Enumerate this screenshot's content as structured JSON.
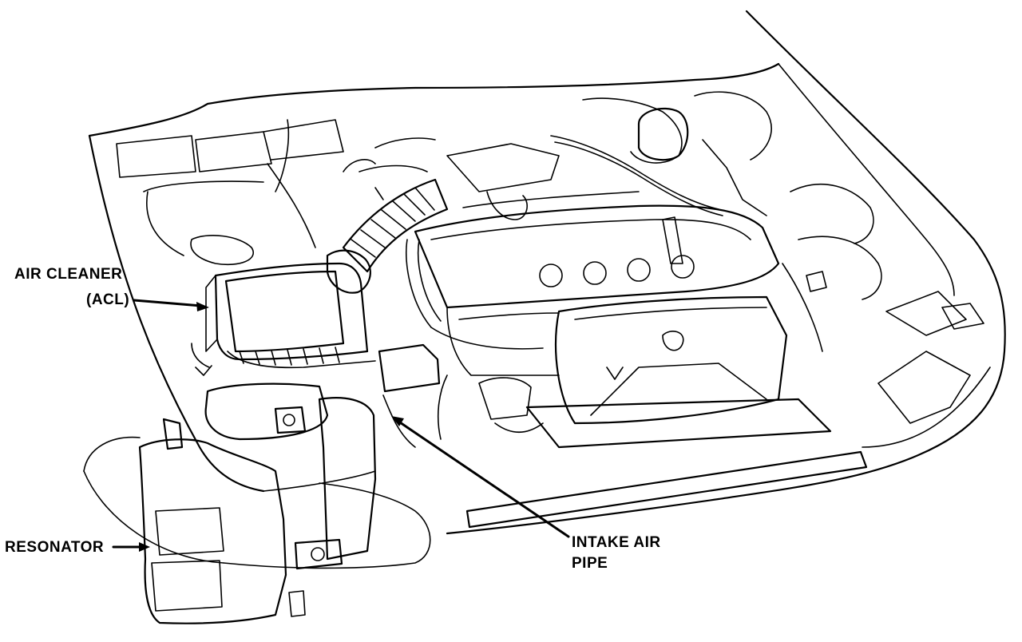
{
  "callouts": {
    "air_cleaner": "AIR CLEANER",
    "air_cleaner_abbr": "(ACL)",
    "resonator": "RESONATOR",
    "intake_air_pipe_line1": "INTAKE AIR",
    "intake_air_pipe_line2": "PIPE"
  }
}
